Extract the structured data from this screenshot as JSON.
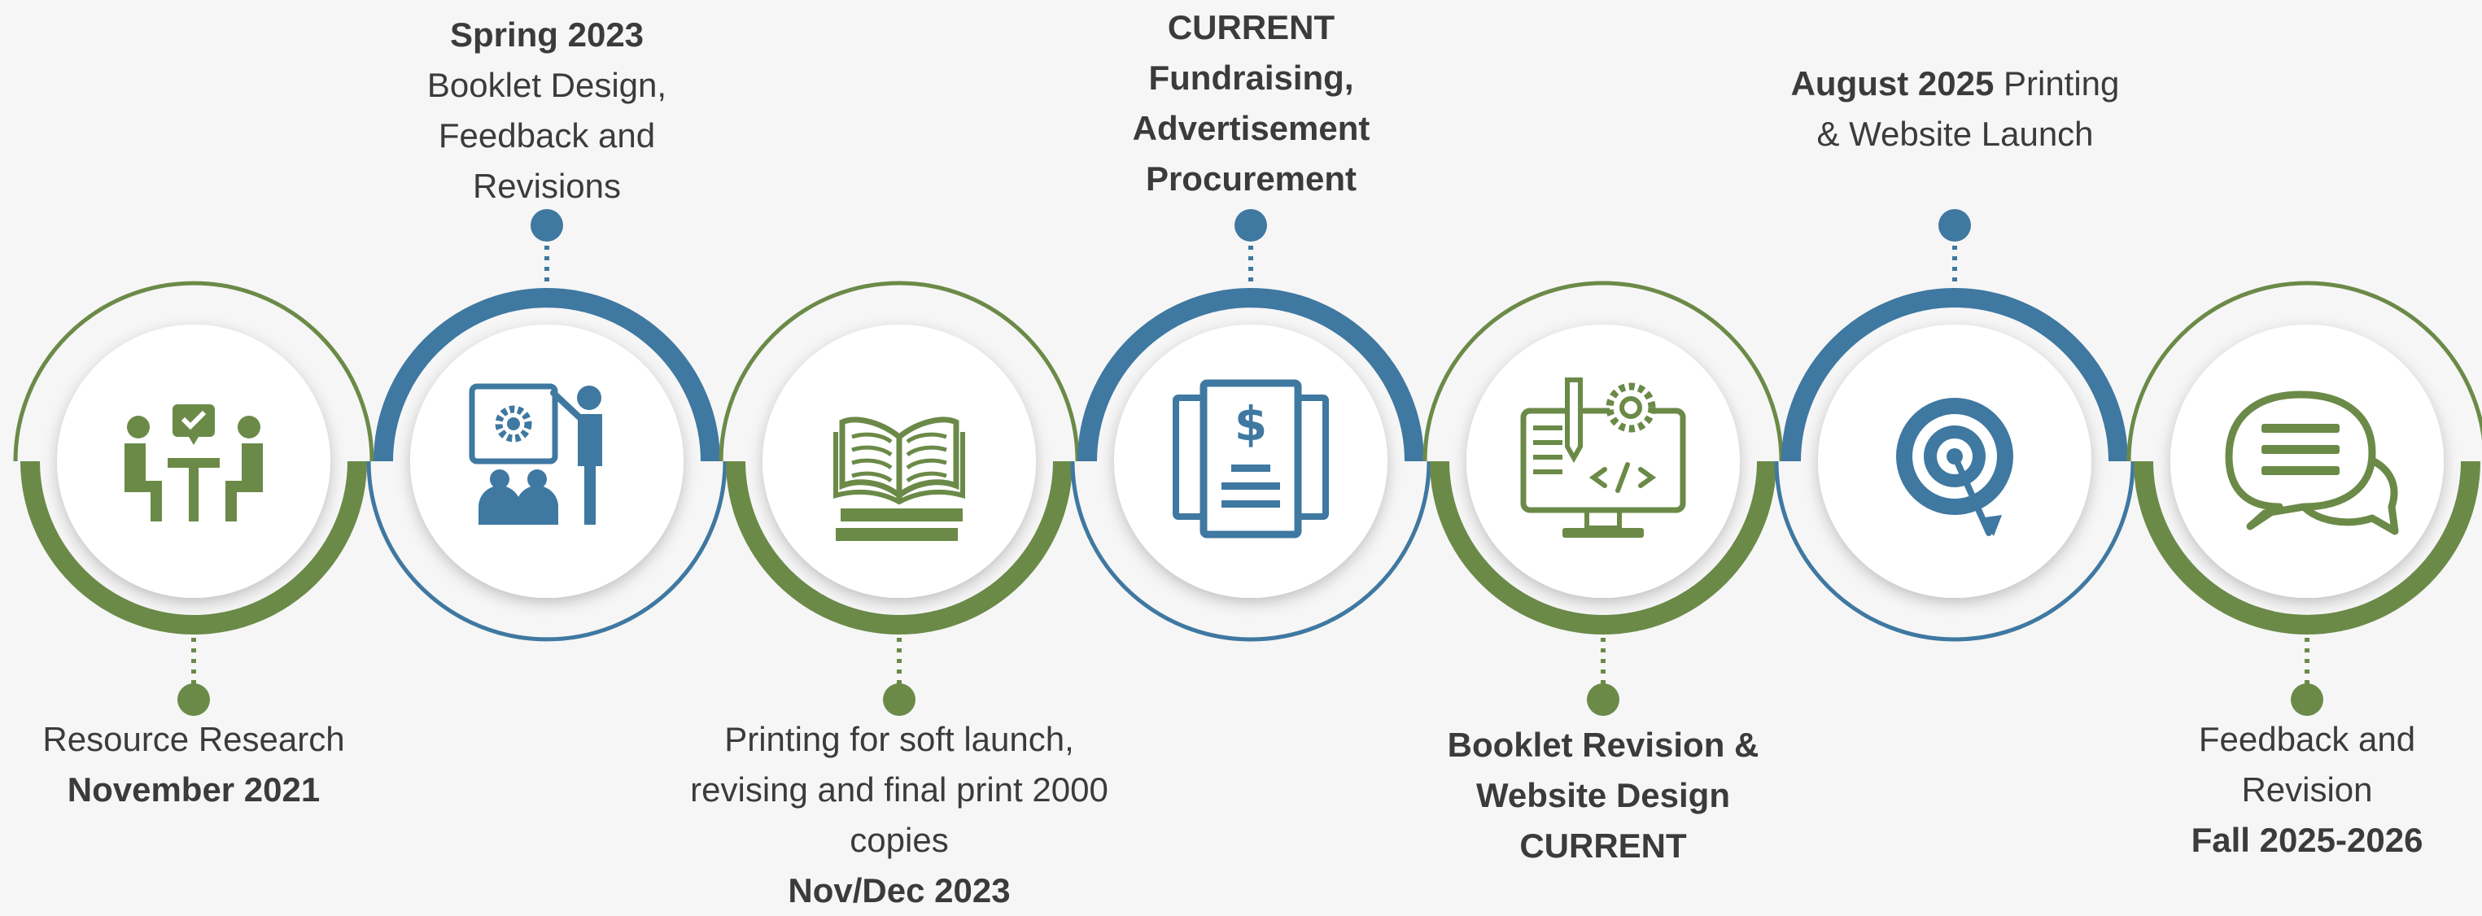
{
  "colors": {
    "green": "#6b8a48",
    "blue": "#3f78a1",
    "circle": "#ffffff",
    "background": "#f6f6f6"
  },
  "milestones": [
    {
      "icon": "meeting-icon",
      "color": "green",
      "label_position": "bottom",
      "lines": [
        {
          "text": "Resource Research",
          "bold": false
        },
        {
          "text": "November 2021",
          "bold": true
        }
      ]
    },
    {
      "icon": "presentation-icon",
      "color": "blue",
      "label_position": "top",
      "lines": [
        {
          "text": "Spring 2023",
          "bold": true
        },
        {
          "text": "Booklet Design,",
          "bold": false
        },
        {
          "text": "Feedback and",
          "bold": false
        },
        {
          "text": "Revisions",
          "bold": false
        }
      ]
    },
    {
      "icon": "open-book-icon",
      "color": "green",
      "label_position": "bottom",
      "lines": [
        {
          "text": "Printing for soft launch,",
          "bold": false
        },
        {
          "text": "revising and final print 2000",
          "bold": false
        },
        {
          "text": "copies",
          "bold": false
        },
        {
          "text": "Nov/Dec 2023",
          "bold": true
        }
      ]
    },
    {
      "icon": "invoice-icon",
      "color": "blue",
      "label_position": "top",
      "lines": [
        {
          "text": "CURRENT",
          "bold": true
        },
        {
          "text": "Fundraising,",
          "bold": true
        },
        {
          "text": "Advertisement",
          "bold": true
        },
        {
          "text": "Procurement",
          "bold": true
        }
      ]
    },
    {
      "icon": "web-design-icon",
      "color": "green",
      "label_position": "bottom",
      "lines": [
        {
          "text": "Booklet Revision &",
          "bold": true
        },
        {
          "text": "Website Design",
          "bold": true
        },
        {
          "text": "CURRENT",
          "bold": true
        }
      ]
    },
    {
      "icon": "target-icon",
      "color": "blue",
      "label_position": "top",
      "lines": [
        {
          "text": "August 2025",
          "bold": true,
          "suffix": " Printing"
        },
        {
          "text": "& Website Launch",
          "bold": false
        }
      ]
    },
    {
      "icon": "chat-icon",
      "color": "green",
      "label_position": "bottom",
      "lines": [
        {
          "text": "Feedback and",
          "bold": false
        },
        {
          "text": "Revision",
          "bold": false
        },
        {
          "text": "Fall 2025-2026",
          "bold": true
        }
      ]
    }
  ]
}
